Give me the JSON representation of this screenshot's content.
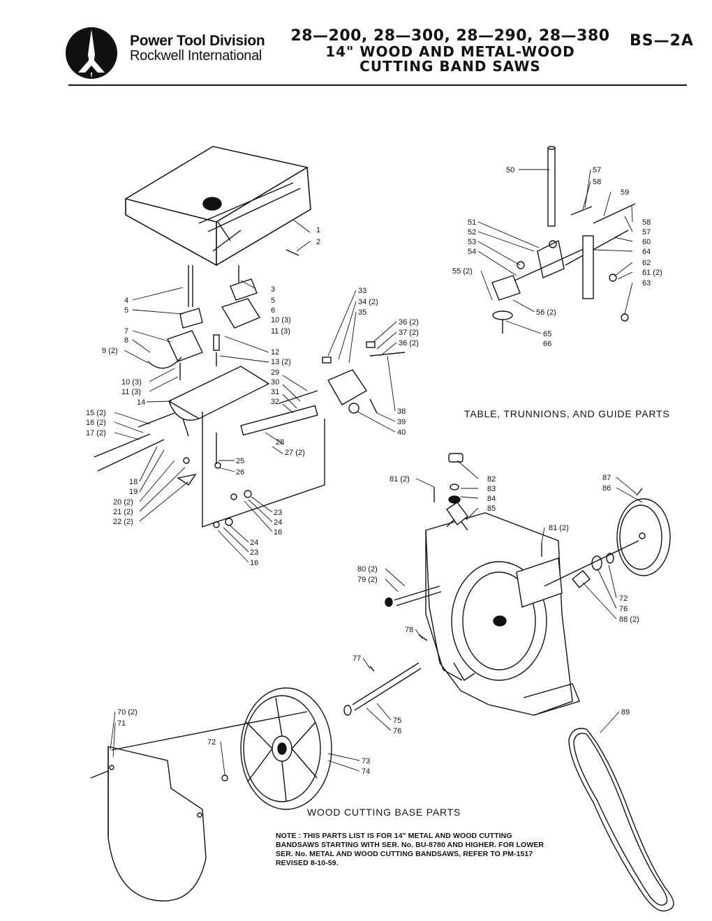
{
  "header": {
    "company_line1": "Power Tool Division",
    "company_line2": "Rockwell International",
    "title_line1": "28—200, 28—300, 28—290, 28—380",
    "title_line2": "14\" WOOD AND METAL-WOOD",
    "title_line3": "CUTTING BAND SAWS",
    "doc_number": "BS—2A",
    "logo_icon": "rockwell-logo-icon"
  },
  "sections": {
    "table_parts": "TABLE, TRUNNIONS, AND GUIDE PARTS",
    "base_parts": "WOOD CUTTING BASE PARTS"
  },
  "note": "NOTE : THIS PARTS LIST IS FOR 14\" METAL AND WOOD CUTTING BANDSAWS STARTING WITH SER. No. BU-8780 AND HIGHER. FOR LOWER SER. No. METAL AND WOOD CUTTING BANDSAWS, REFER TO PM-1517 REVISED 8-10-59.",
  "callouts": {
    "c1": "1",
    "c2": "2",
    "c3": "3",
    "c4": "4",
    "c5a": "5",
    "c5b": "5",
    "c6": "6",
    "c7": "7",
    "c8": "8",
    "c9": "9 (2)",
    "c10a": "10 (3)",
    "c11a": "11 (3)",
    "c10b": "10 (3)",
    "c11b": "11 (3)",
    "c12": "12",
    "c13": "13 (2)",
    "c14": "14",
    "c15": "15 (2)",
    "c16": "16 (2)",
    "c17": "17 (2)",
    "c18": "18",
    "c19": "19",
    "c20": "20 (2)",
    "c21": "21 (2)",
    "c22": "22 (2)",
    "c23a": "23",
    "c24a": "24",
    "c16a": "16",
    "c24b": "24",
    "c23b": "23",
    "c16b": "16",
    "c25": "25",
    "c26": "26",
    "c27": "27 (2)",
    "c28": "28",
    "c29": "29",
    "c30": "30",
    "c31": "31",
    "c32": "32",
    "c33": "33",
    "c34": "34 (2)",
    "c35": "35",
    "c36a": "36 (2)",
    "c37": "37 (2)",
    "c36b": "36 (2)",
    "c38": "38",
    "c39": "39",
    "c40": "40",
    "c50": "50",
    "c51": "51",
    "c52": "52",
    "c53": "53",
    "c54": "54",
    "c55": "55 (2)",
    "c56": "56 (2)",
    "c57a": "57",
    "c58a": "58",
    "c59": "59",
    "c58b": "58",
    "c57b": "57",
    "c60": "60",
    "c64": "64",
    "c62": "62",
    "c61": "61 (2)",
    "c63": "63",
    "c65": "65",
    "c66": "66",
    "c81a": "81 (2)",
    "c82": "82",
    "c83": "83",
    "c84": "84",
    "c85": "85",
    "c81b": "81 (2)",
    "c87": "87",
    "c86": "86",
    "c72a": "72",
    "c76a": "76",
    "c88": "88 (2)",
    "c80": "80 (2)",
    "c79": "79 (2)",
    "c78": "78",
    "c77": "77",
    "c75": "75",
    "c76b": "76",
    "c70": "70 (2)",
    "c71": "71",
    "c72b": "72",
    "c73": "73",
    "c74": "74",
    "c89": "89"
  }
}
